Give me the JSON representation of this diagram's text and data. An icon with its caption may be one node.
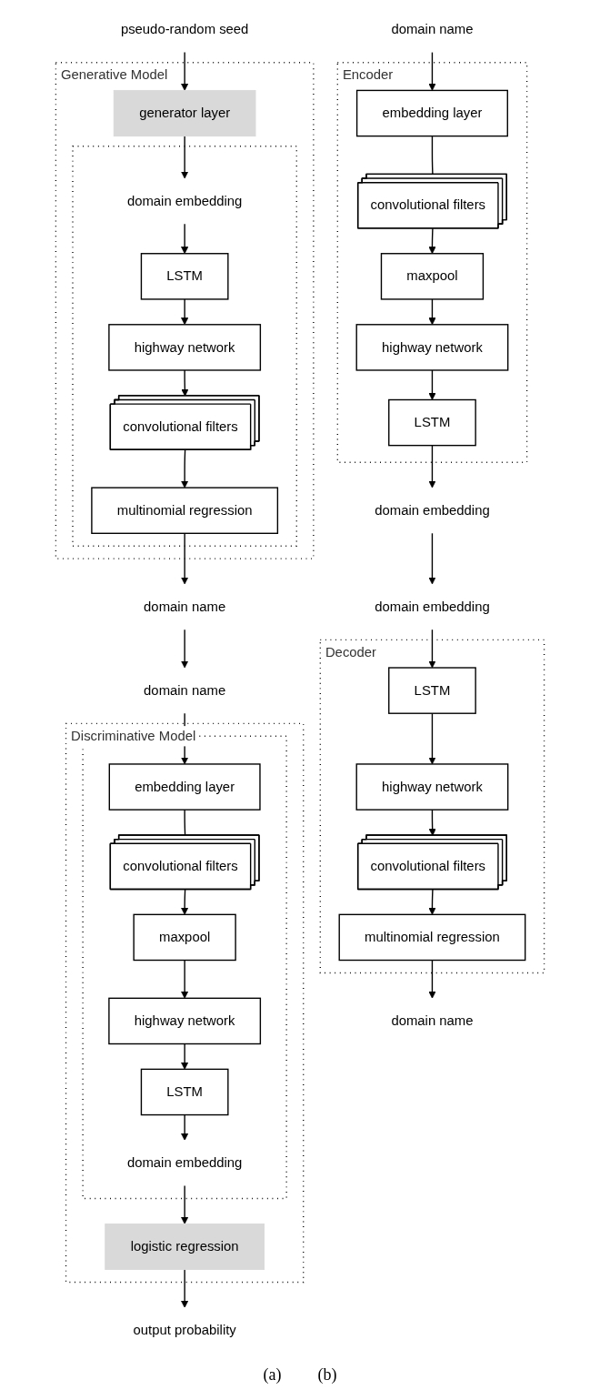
{
  "diagram": {
    "nodes": [
      {
        "text": [
          "domain name"
        ]
      },
      {
        "text": [
          "Encoder"
        ]
      },
      {
        "text": [
          "embedding layer"
        ],
        "in": 1
      },
      {
        "text": [
          "convolutional filters"
        ],
        "in": 1
      },
      {
        "text": [
          "maxpool"
        ],
        "in": 1
      },
      {
        "text": [
          "highway network"
        ],
        "in": 1
      },
      {
        "text": [
          "LSTM"
        ],
        "in": 1
      },
      {
        "text": [
          "domain embedding"
        ]
      },
      {
        "text": [
          "domain name"
        ]
      },
      {
        "text": [
          "Decoder"
        ]
      },
      {
        "text": [
          "multinomial regression"
        ],
        "in": 9
      },
      {
        "text": [
          "convolutional filters"
        ],
        "in": 9
      },
      {
        "text": [
          "highway network"
        ],
        "in": 9
      },
      {
        "text": [
          "LSTM"
        ],
        "in": 9
      },
      {
        "text": [
          "domain embedding"
        ]
      },
      {
        "text": [
          "domain name"
        ]
      },
      {
        "text": [
          "domain name"
        ]
      },
      {
        "text": [
          "Discriminative Model"
        ]
      },
      {
        "text": [],
        "shape": "box",
        "in": 17
      },
      {
        "text": [
          "embedding layer"
        ],
        "in": 18
      },
      {
        "text": [
          "convolutional filters"
        ],
        "in": 18
      },
      {
        "text": [
          "maxpool"
        ],
        "in": 18
      },
      {
        "text": [
          "highway network"
        ],
        "in": 18
      },
      {
        "text": [
          "LSTM"
        ],
        "in": 18
      },
      {
        "text": [
          "domain embedding"
        ],
        "in": 18
      },
      {
        "text": [
          "logistic regression"
        ],
        "in": 17
      },
      {
        "text": [
          "output probability"
        ]
      },
      {
        "text": [
          "Generative Model"
        ]
      },
      {
        "text": [],
        "shape": "box",
        "in": 27
      },
      {
        "text": [
          "multinomial regression"
        ],
        "in": 28
      },
      {
        "text": [
          "convolutional filters"
        ],
        "in": 28
      },
      {
        "text": [
          "highway network"
        ],
        "in": 28
      },
      {
        "text": [
          "LSTM"
        ],
        "in": 28
      },
      {
        "text": [
          "domain embedding"
        ],
        "in": 28
      },
      {
        "text": [
          "generator layer"
        ],
        "in": 27
      },
      {
        "text": [
          "pseudo-random seed"
        ]
      }
    ],
    "edges": [
      {
        "from": 0,
        "to": 2,
        "arrow": "to"
      },
      {
        "from": 2,
        "to": 3,
        "arrow": "none"
      },
      {
        "from": 3,
        "to": 4,
        "arrow": "to"
      },
      {
        "from": 4,
        "to": 5,
        "arrow": "to"
      },
      {
        "from": 5,
        "to": 6,
        "arrow": "to"
      },
      {
        "from": 6,
        "to": 7,
        "arrow": "to"
      },
      {
        "from": 7,
        "to": 14,
        "arrow": "to"
      },
      {
        "from": 14,
        "to": 13,
        "arrow": "to"
      },
      {
        "from": 13,
        "to": 12,
        "arrow": "to"
      },
      {
        "from": 12,
        "to": 11,
        "arrow": "to"
      },
      {
        "from": 11,
        "to": 10,
        "arrow": "to"
      },
      {
        "from": 10,
        "to": 8,
        "arrow": "to"
      },
      {
        "from": 16,
        "to": 15,
        "arrow": "to"
      },
      {
        "from": 15,
        "to": 19,
        "arrow": "to"
      },
      {
        "from": 19,
        "to": 20,
        "arrow": "none"
      },
      {
        "from": 20,
        "to": 21,
        "arrow": "to"
      },
      {
        "from": 21,
        "to": 22,
        "arrow": "to"
      },
      {
        "from": 22,
        "to": 23,
        "arrow": "to"
      },
      {
        "from": 23,
        "to": 24,
        "arrow": "to"
      },
      {
        "from": 24,
        "to": 25,
        "arrow": "to"
      },
      {
        "from": 25,
        "to": 26,
        "arrow": "to"
      },
      {
        "from": 35,
        "to": 34,
        "arrow": "to"
      },
      {
        "from": 34,
        "to": 33,
        "arrow": "to"
      },
      {
        "from": 33,
        "to": 32,
        "arrow": "to"
      },
      {
        "from": 32,
        "to": 31,
        "arrow": "to"
      },
      {
        "from": 31,
        "to": 30,
        "arrow": "to"
      },
      {
        "from": 30,
        "to": 29,
        "arrow": "to"
      },
      {
        "from": 29,
        "to": 16,
        "arrow": "to"
      }
    ],
    "labels": [
      "(a)",
      "(b)"
    ]
  }
}
